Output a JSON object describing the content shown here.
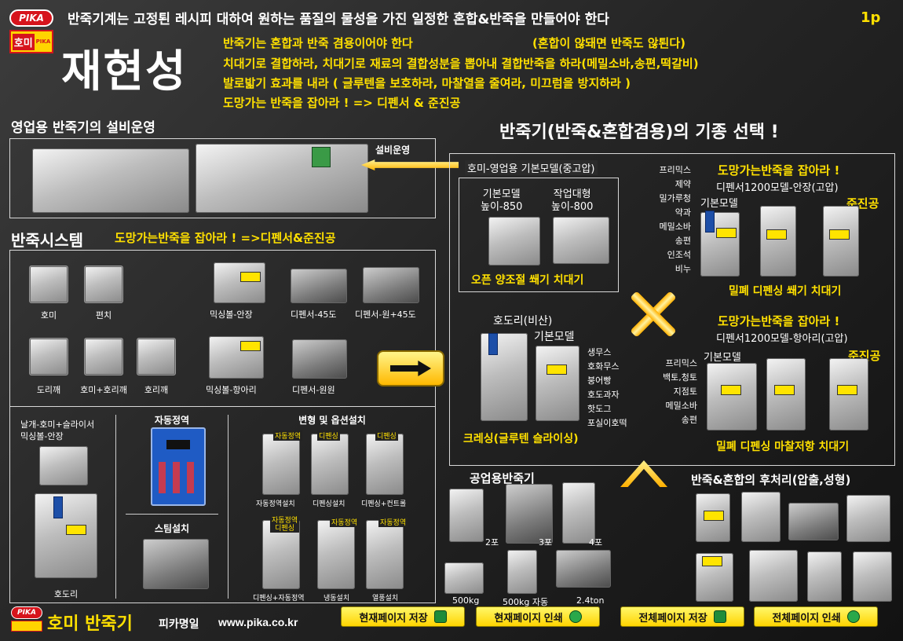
{
  "header": {
    "logo": "PIKA",
    "brand_small": "호미",
    "brand_small_sub": "PIKA",
    "top_title": "반죽기계는 고정퇸 레시피 대하여 원하는 품질의 물성을 가진 일정한 혼합&반죽을 만들어야 한다",
    "page_no": "1p",
    "big_title": "재현성",
    "points": [
      "반죽기는 혼합과 반죽 겸용이어야 한다",
      "(혼합이 않돼면 반죽도 않퇸다)",
      "치대기로 결합하라, 치대기로 재료의 결합성분을 뽑아내 결합반죽을 하라(메밀소바,송편,떡갈비)",
      "발로밟기 효과를 내라 ( 글루텐을 보호하라, 마찰열을 줄여라, 미끄럼을 방지하라 )",
      "도망가는  반죽을 잡아라 ! =>  디펜서 & 준진공"
    ]
  },
  "left": {
    "equip_title": "영업용 반죽기의 설비운영",
    "equip_arrow": "설비운영",
    "system_title": "반죽시스템",
    "system_sub": "도망가는반죽을 잡아라 ! =>디펜서&준진공",
    "row1": [
      "호미",
      "편치"
    ],
    "row1b": [
      "믹싱볼-안장",
      "디펜서-45도",
      "디펜서-원+45도"
    ],
    "row2": [
      "도리깨",
      "호미+호리깨",
      "호리깨"
    ],
    "row2b": [
      "믹싱볼-항아리",
      "디펜서-원원"
    ],
    "col_a_title": "날개-호미+슬라이서\n믹싱볼-안장",
    "col_a_bottom": "호도리",
    "col_b_title": "자동정역",
    "col_b_bottom": "스팀설치",
    "col_c_title": "변형 및 옵션설치",
    "opt_tags": [
      "자동정역",
      "디펜싱",
      "디펜싱",
      "자동정역\n디펜싱",
      "자동정역",
      "자동정역"
    ],
    "opt_labels": [
      "자동정역설치",
      "디펜싱설치",
      "디펜싱+컨트롤",
      "디펜싱+자동정역",
      "냉동설치",
      "열풍설치"
    ]
  },
  "right": {
    "main_title": "반죽기(반죽&혼합겸용)의 기종 선택 !",
    "basic_model": "호미-영업용 기본모델(중고압)",
    "m1_title": "기본모델\n높이-850",
    "m2_title": "작업대형\n높이-800",
    "m_caption": "오픈 양조절 쐐기 치대기",
    "list1": [
      "프리믹스",
      "제약",
      "밀가루청",
      "약과",
      "메밀소바",
      "송편",
      "인조석",
      "비누"
    ],
    "d1_head": "도망가는반죽을 잡아라 !",
    "d1_sub": "디펜서1200모델-안장(고압)",
    "d1_basic": "기본모델",
    "d1_vac": "준진공",
    "d1_caption": "밀폐 디펜싱 쐐기  치대기",
    "hodori": "호도리(비산)",
    "hodori_basic": "기본모델",
    "hodori_caption": "크레싱(글루텐 슬라이싱)",
    "list2": [
      "생무스",
      "호화무스",
      "붕어빵",
      "호도과자",
      "핫도그",
      "포실이호떡"
    ],
    "d2_head": "도망가는반죽을 잡아라 !",
    "d2_sub": "디펜서1200모델-항아리(고압)",
    "d2_basic": "기본모델",
    "d2_vac": "준진공",
    "list3": [
      "프리믹스",
      "백토,청토",
      "지점토",
      "메밀소바",
      "송편"
    ],
    "d2_caption": "밀폐 디펜싱 마찰저항 치대기",
    "ind_title": "공업용반죽기",
    "ind_labels": [
      "2포",
      "3포",
      "4포"
    ],
    "ind_bottom": [
      "500kg",
      "500kg 자동",
      "2.4ton"
    ],
    "post_title": "반죽&혼합의 후처리(압출,성형)"
  },
  "footer": {
    "logo": "PIKA",
    "brand": "호미 반죽기",
    "company": "피카명일",
    "url": "www.pika.co.kr",
    "btn_save_cur": "현재페이지 저장",
    "btn_print_cur": "현재페이지 인쇄",
    "btn_save_all": "전체페이지 저장",
    "btn_print_all": "전체페이지 인쇄"
  },
  "colors": {
    "accent_yellow": "#ffe000",
    "logo_red": "#d6141c",
    "button_yellow": "#ffd400"
  }
}
